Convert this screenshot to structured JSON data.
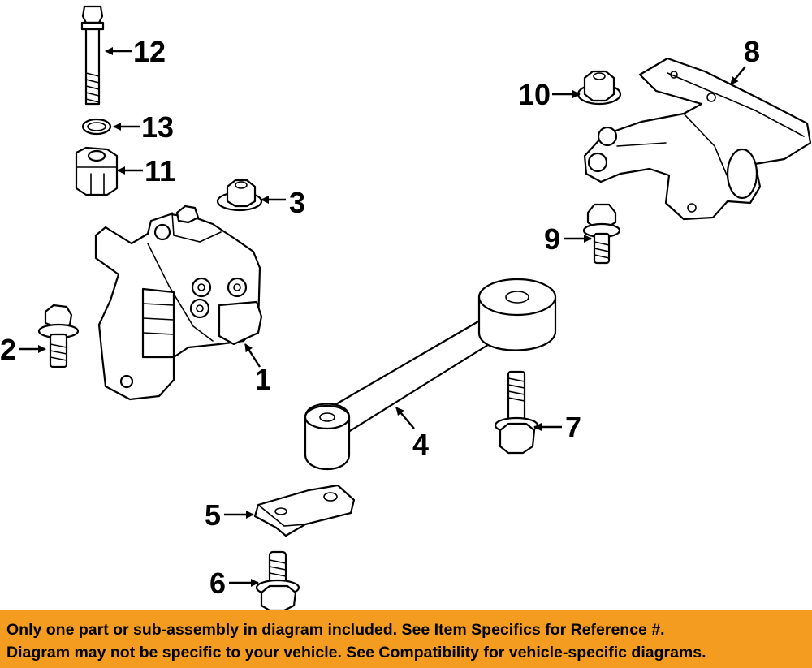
{
  "callouts": {
    "c1": "1",
    "c2": "2",
    "c3": "3",
    "c4": "4",
    "c5": "5",
    "c6": "6",
    "c7": "7",
    "c8": "8",
    "c9": "9",
    "c10": "10",
    "c11": "11",
    "c12": "12",
    "c13": "13"
  },
  "notice": {
    "line1": "Only one part or sub-assembly in diagram included. See Item Specifics for Reference #.",
    "line2": "Diagram may not be specific to your vehicle. See Compatibility for vehicle-specific diagrams.",
    "background_color": "#f39c1f",
    "text_color": "#000000"
  }
}
